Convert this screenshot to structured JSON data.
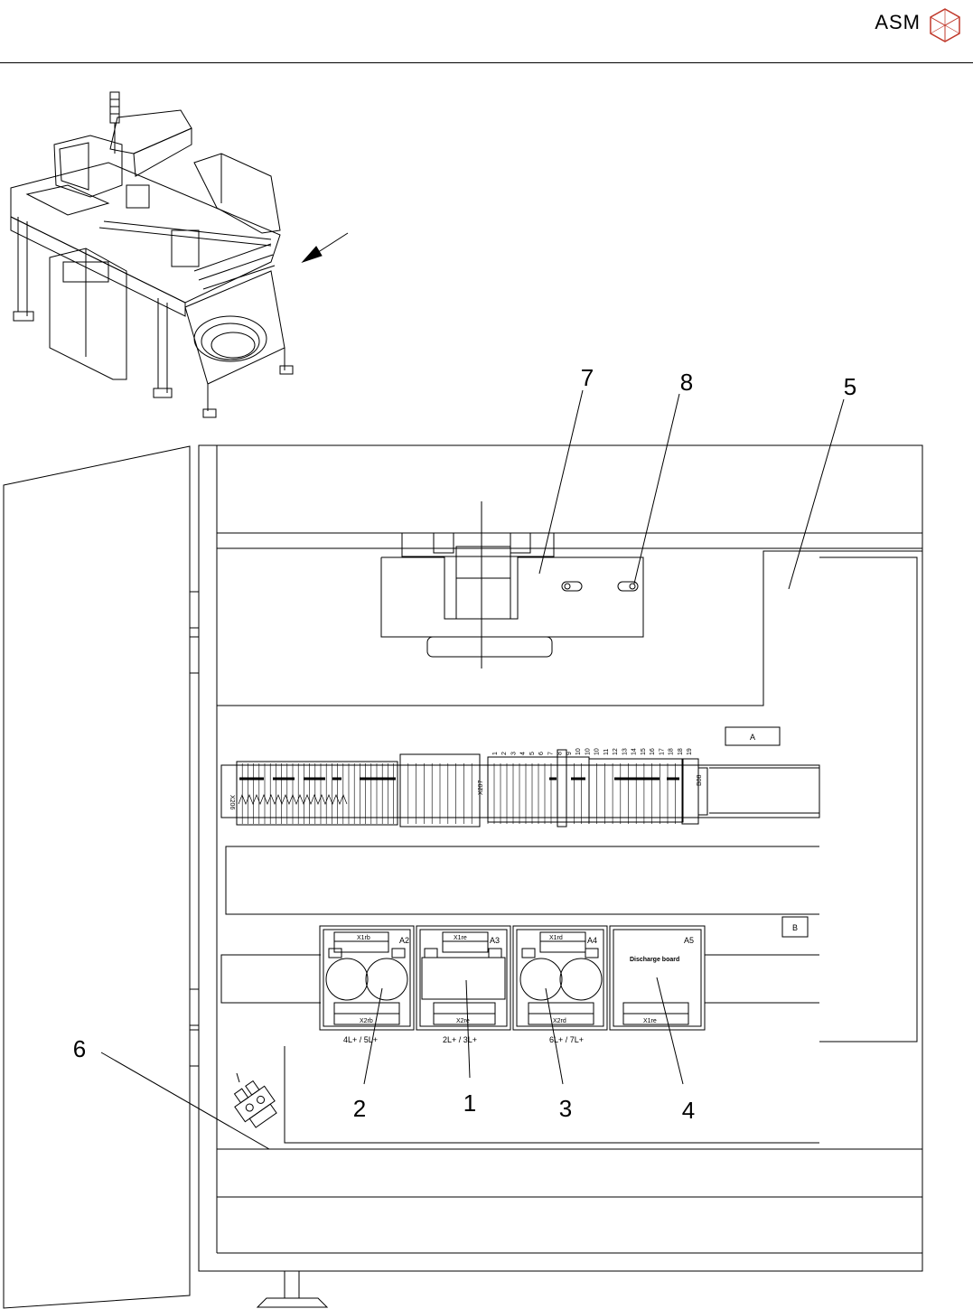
{
  "header": {
    "brand": "ASM"
  },
  "callouts": [
    "1",
    "2",
    "3",
    "4",
    "5",
    "6",
    "7",
    "8"
  ],
  "boxes": {
    "a": "A",
    "b": "B"
  },
  "terminals": {
    "x206": "X206",
    "x207": "X207",
    "x208": "B08",
    "numbers": [
      "1",
      "2",
      "3",
      "4",
      "5",
      "6",
      "7",
      "8",
      "9",
      "10",
      "10",
      "10",
      "11",
      "12",
      "13",
      "14",
      "15",
      "16",
      "17",
      "18",
      "18",
      "19"
    ]
  },
  "boards": [
    {
      "id": "A2",
      "top_conn": "X1rb",
      "bottom_conn": "X2rb",
      "caption": "4L+ / 5L+"
    },
    {
      "id": "A3",
      "top_conn": "X1re",
      "bottom_conn": "X2re",
      "caption": "2L+ / 3L+"
    },
    {
      "id": "A4",
      "top_conn": "X1rd",
      "bottom_conn": "X2rd",
      "caption": "6L+ / 7L+"
    },
    {
      "id": "A5",
      "title": "Discharge board",
      "bottom_conn": "X1re"
    }
  ]
}
